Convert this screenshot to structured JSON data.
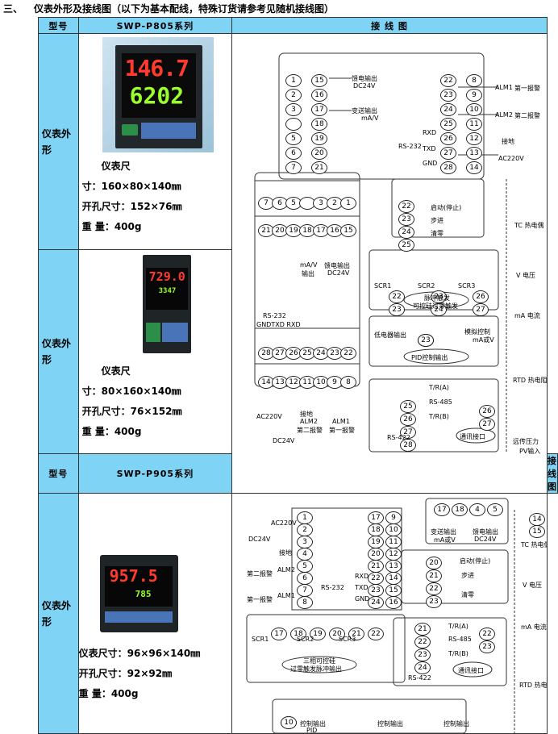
{
  "heading": {
    "number": "三、",
    "text": "仪表外形及接线图（以下为基本配线，特殊订货请参考见随机接线图）"
  },
  "header_row_1": {
    "model_label": "型号",
    "series": "SWP-P805系列",
    "wiring_label": "接 线 图"
  },
  "header_row_2": {
    "model_label": "型号",
    "series": "SWP-P905系列",
    "wiring_label": "接 线 图"
  },
  "row_labels": {
    "appearance": "仪表外形"
  },
  "meters": [
    {
      "display_pv": "146.7",
      "display_sv": "6202",
      "specs": [
        "仪表尺",
        "寸：160×80×140㎜",
        "开孔尺寸：152×76㎜",
        "重  量：400g"
      ]
    },
    {
      "display_pv": "729.0",
      "display_sv": "3347",
      "specs": [
        "仪表尺",
        "寸：80×160×140㎜",
        "开孔尺寸：76×152㎜",
        "重  量：400g"
      ]
    },
    {
      "display_pv": "957.5",
      "display_sv": "785",
      "specs": [
        "仪表尺寸：96×96×140㎜",
        "开孔尺寸：92×92㎜",
        "重  量：400g"
      ]
    }
  ],
  "wiring_top": {
    "left_col": [
      "1",
      "2",
      "3",
      "",
      "5",
      "6",
      "7"
    ],
    "mid_left": [
      "15",
      "16",
      "17",
      "18",
      "19",
      "20",
      "21"
    ],
    "mid_right": [
      "22",
      "23",
      "24",
      "25",
      "26",
      "27",
      "28"
    ],
    "right_col": [
      "8",
      "9",
      "10",
      "11",
      "12",
      "13",
      "14"
    ],
    "labels": {
      "relay": "馈电输出",
      "dc24": "DC24V",
      "trans": "变送输出",
      "ma": "mA/V",
      "rs232": "RS-232",
      "rxd": "RXD",
      "txd": "TXD",
      "gnd": "GND",
      "alm1": "ALM1",
      "alm2": "ALM2",
      "al1": "第一报警",
      "al2": "第二报警",
      "earth": "接地",
      "ac": "AC220V"
    }
  },
  "wiring_mid": {
    "top_row": [
      "7",
      "6",
      "5",
      "",
      "3",
      "2",
      "1"
    ],
    "second_row": [
      "21",
      "20",
      "19",
      "18",
      "17",
      "16",
      "15"
    ],
    "third_row": [
      "28",
      "27",
      "26",
      "25",
      "24",
      "23",
      "22"
    ],
    "bottom_row": [
      "14",
      "13",
      "12",
      "11",
      "10",
      "9",
      "8"
    ],
    "labels": {
      "mav": "mA/V",
      "out": "输出",
      "relay": "馈电输出",
      "dc24": "DC24V",
      "rs232": "RS-232",
      "gnd_txd_rxd": "GNDTXD RXD",
      "ac": "AC220V",
      "earth": "接地",
      "alm2": "ALM2",
      "alm1": "ALM1",
      "al2": "第二报警",
      "al1": "第一报警",
      "dc24b": "DC24V"
    },
    "start": {
      "terms": [
        "22",
        "23",
        "24",
        "25"
      ],
      "items": [
        "启动(停止)",
        "步进",
        "清零"
      ]
    },
    "scr": {
      "labels": [
        "SCR1",
        "SCR2",
        "SCR3"
      ],
      "t_terms": [
        "22",
        "23",
        "26"
      ],
      "g_terms": [
        "23",
        "24",
        "27"
      ],
      "caption": [
        "脉冲触发",
        "可控硅过零触发"
      ]
    },
    "pid": {
      "relay": "低电器输出",
      "analog": "模拟控制",
      "ma": "mA或V",
      "caption": "PID控制输出",
      "terms": [
        "22",
        "23",
        "22",
        "23"
      ]
    },
    "comm": {
      "r_terms": [
        "25",
        "26"
      ],
      "t_terms": [
        "27",
        "28"
      ],
      "tra": "T/R(A)",
      "rs485": "RS-485",
      "trb": "T/R(B)",
      "rs422": "RS-422",
      "iface": "通讯接口",
      "terms485": [
        "26",
        "27"
      ]
    },
    "side": [
      "TC 热电偶",
      "V 电压",
      "mA 电流",
      "RTD 热电阻",
      "远传压力",
      "PV输入"
    ]
  },
  "wiring_bottom": {
    "left_col": [
      "1",
      "2",
      "3",
      "4",
      "5",
      "6",
      "7",
      "8"
    ],
    "mid_col": [
      "17",
      "18",
      "19",
      "20",
      "21",
      "22",
      "23",
      "24"
    ],
    "right_col": [
      "9",
      "10",
      "11",
      "12",
      "13",
      "14",
      "15",
      "16"
    ],
    "labels": {
      "ac": "AC220V",
      "dc24": "DC24V",
      "earth": "接地",
      "al2": "第二报警",
      "al1": "第一报警",
      "alm2": "ALM2",
      "alm1": "ALM1",
      "rs232": "RS-232",
      "rxd": "RXD",
      "txd": "TXD",
      "gnd": "GND"
    },
    "trans": {
      "t1": "变送输出",
      "t2": "mA或V",
      "r1": "馈电输出",
      "r2": "DC24V",
      "terms": [
        "17",
        "18",
        "4",
        "5"
      ]
    },
    "start": {
      "terms": [
        "20",
        "21",
        "22",
        "23"
      ],
      "items": [
        "启动(停止)",
        "步进",
        "清零"
      ]
    },
    "scr": {
      "labels": [
        "SCR1",
        "SCR2",
        "SCR3"
      ],
      "terms": [
        "17",
        "18",
        "19",
        "20",
        "21",
        "22"
      ],
      "caption": [
        "三相可控硅",
        "过零触发脉冲输出"
      ]
    },
    "comm": {
      "terms": [
        "21",
        "22",
        "23",
        "24"
      ],
      "tra": "T/R(A)",
      "rs485": "RS-485",
      "trb": "T/R(B)",
      "rs422": "RS-422",
      "iface": "通讯接口",
      "terms485": [
        "22",
        "23"
      ]
    },
    "pid": {
      "out1": "控制输出",
      "out2": "控制输出",
      "out3": "控制输出",
      "pid": "PID",
      "terms": [
        "9",
        "10"
      ]
    },
    "side": [
      "TC 热电偶",
      "V 电压",
      "mA 电流",
      "RTD 热电阻"
    ],
    "side_terms": [
      "14",
      "15",
      "14",
      "15",
      "14",
      "15",
      "13",
      "14",
      "15",
      "13",
      "14",
      "15"
    ]
  }
}
